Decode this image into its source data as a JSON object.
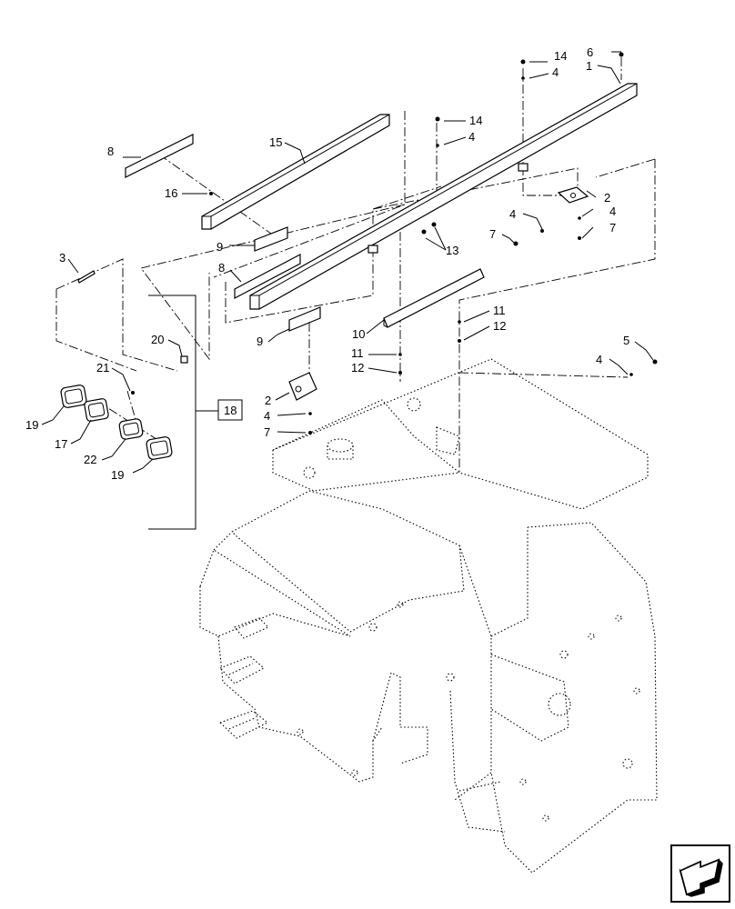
{
  "diagram": {
    "callouts": {
      "c1": "1",
      "c2a": "2",
      "c2b": "2",
      "c3": "3",
      "c4a": "4",
      "c4b": "4",
      "c4c": "4",
      "c4d": "4",
      "c4e": "4",
      "c4f": "4",
      "c5": "5",
      "c6": "6",
      "c7a": "7",
      "c7b": "7",
      "c7c": "7",
      "c8a": "8",
      "c8b": "8",
      "c9a": "9",
      "c9b": "9",
      "c10": "10",
      "c11a": "11",
      "c11b": "11",
      "c12a": "12",
      "c12b": "12",
      "c13": "13",
      "c14a": "14",
      "c14b": "14",
      "c15": "15",
      "c16": "16",
      "c17": "17",
      "c18": "18",
      "c19a": "19",
      "c19b": "19",
      "c20": "20",
      "c21": "21",
      "c22": "22"
    },
    "nav_icon": "next-page-arrow-icon"
  }
}
